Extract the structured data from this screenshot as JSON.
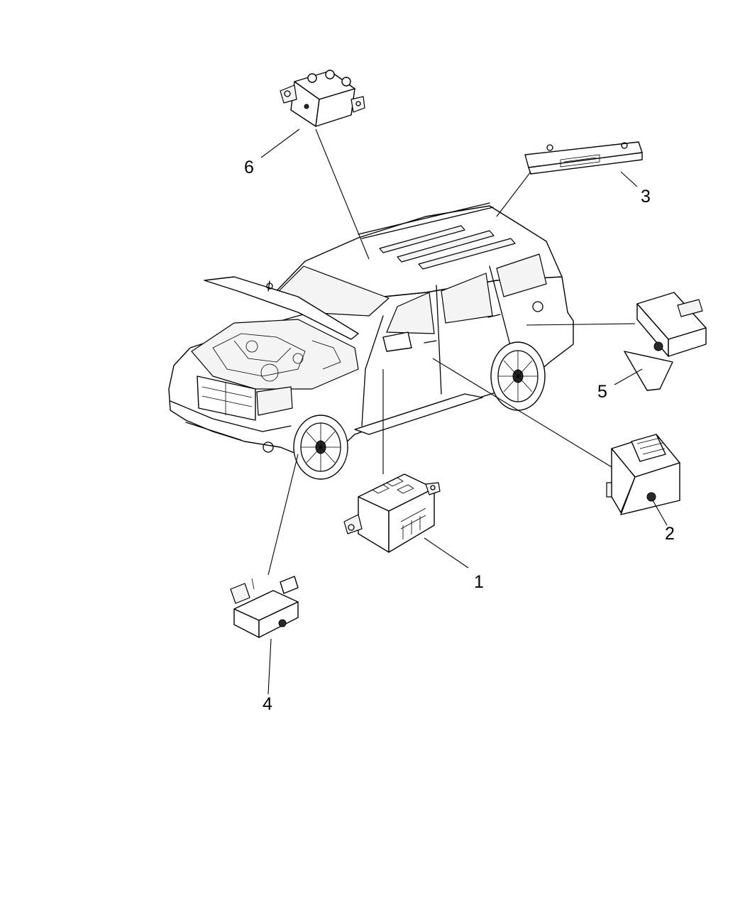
{
  "diagram": {
    "callouts": [
      {
        "id": "1",
        "text": "1"
      },
      {
        "id": "2",
        "text": "2"
      },
      {
        "id": "3",
        "text": "3"
      },
      {
        "id": "4",
        "text": "4"
      },
      {
        "id": "5",
        "text": "5"
      },
      {
        "id": "6",
        "text": "6"
      }
    ]
  }
}
